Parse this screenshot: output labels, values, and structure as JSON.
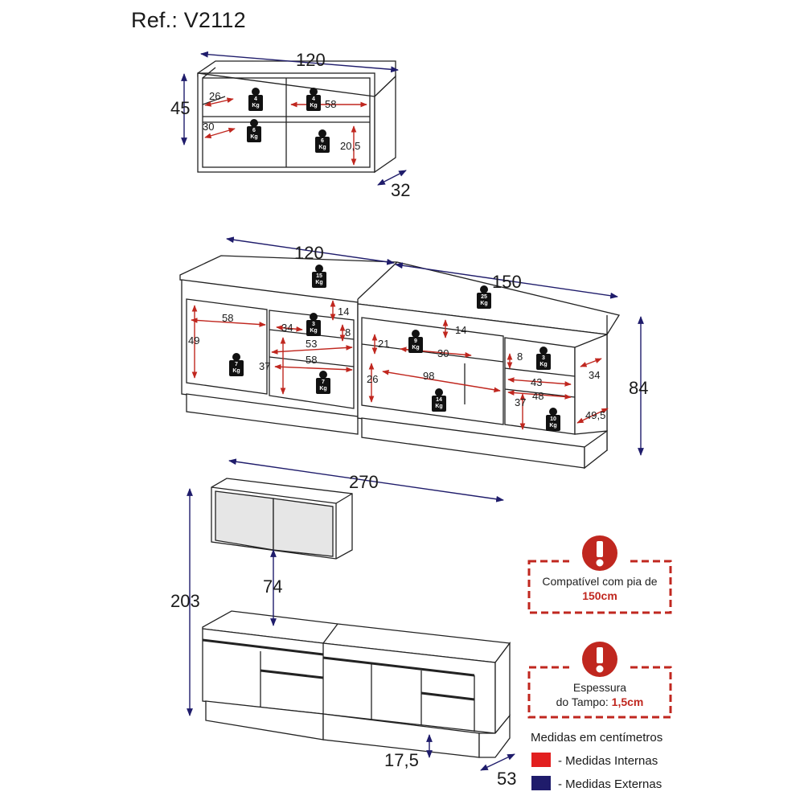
{
  "reference": "Ref.: V2112",
  "colors": {
    "external": "#1f1c6b",
    "internal": "#c0271f",
    "line": "#222222",
    "warn": "#c0271f"
  },
  "upper_cabinet": {
    "width": "120",
    "height": "45",
    "depth": "32",
    "internal": {
      "shelf_depth_top": "26",
      "shelf_depth_bottom": "30",
      "inner_width": "58",
      "inner_height": "20,5"
    },
    "loads": [
      {
        "top": "4",
        "bottom": "Kg"
      },
      {
        "top": "4",
        "bottom": "Kg"
      },
      {
        "top": "6",
        "bottom": "Kg"
      },
      {
        "top": "6",
        "bottom": "Kg"
      }
    ]
  },
  "base_cabinets": {
    "left_width": "120",
    "right_width": "150",
    "height": "84",
    "left_internal": {
      "d58": "58",
      "d49": "49",
      "d34": "34",
      "d14": "14",
      "d8": "8",
      "d53": "53",
      "d37": "37",
      "d58b": "58"
    },
    "right_internal": {
      "d21": "21",
      "d14": "14",
      "d30": "30",
      "d8": "8",
      "d26": "26",
      "d98": "98",
      "d43": "43",
      "d34": "34",
      "d48": "48",
      "d37": "37",
      "d49_5": "49,5"
    },
    "loads": [
      {
        "top": "15",
        "bottom": "Kg"
      },
      {
        "top": "25",
        "bottom": "Kg"
      },
      {
        "top": "3",
        "bottom": "Kg"
      },
      {
        "top": "7",
        "bottom": "Kg"
      },
      {
        "top": "7",
        "bottom": "Kg"
      },
      {
        "top": "9",
        "bottom": "Kg"
      },
      {
        "top": "3",
        "bottom": "Kg"
      },
      {
        "top": "14",
        "bottom": "Kg"
      },
      {
        "top": "10",
        "bottom": "Kg"
      }
    ]
  },
  "assembly": {
    "total_width": "270",
    "total_height": "203",
    "gap": "74",
    "plinth": "17,5",
    "depth": "53"
  },
  "notices": {
    "sink_line1": "Compatível com pia de",
    "sink_line2": "150cm",
    "top_line1": "Espessura",
    "top_line2_a": "do Tampo: ",
    "top_line2_b": "1,5cm"
  },
  "legend": {
    "title": "Medidas em centímetros",
    "internal": "- Medidas Internas",
    "external": "- Medidas Externas"
  }
}
